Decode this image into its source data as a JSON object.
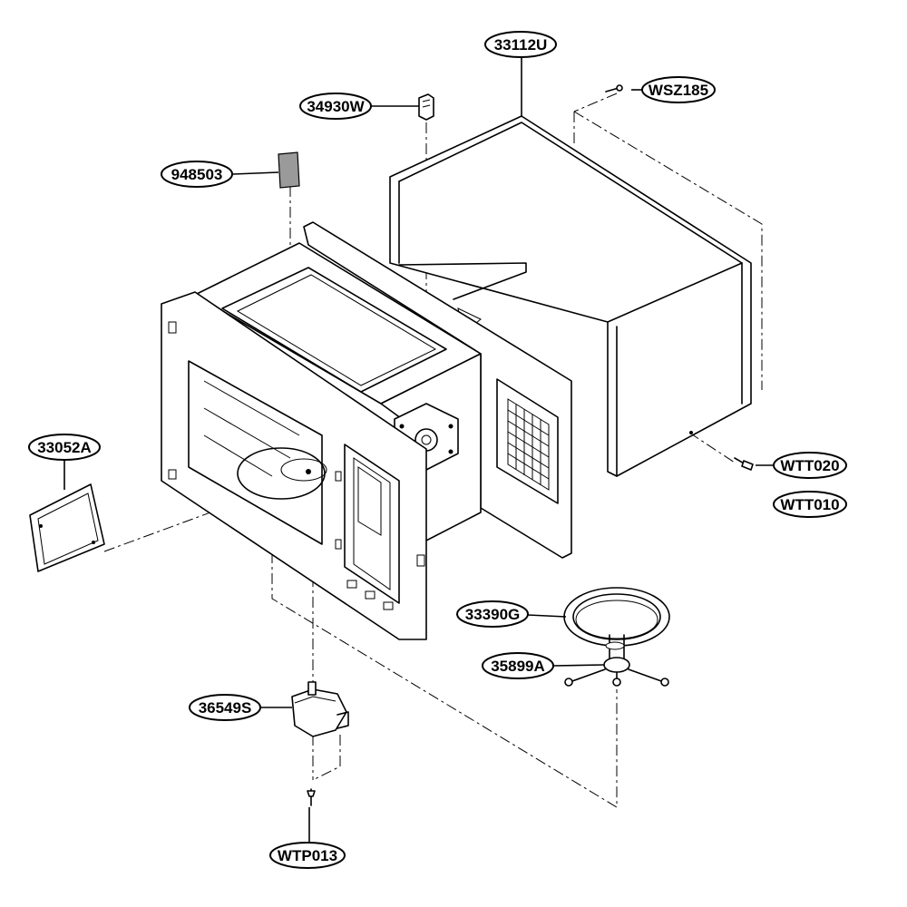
{
  "diagram": {
    "labels": {
      "cabinet": "33112U",
      "screw_top": "WSZ185",
      "switch": "34930W",
      "cover_plate": "948503",
      "door_screen": "33052A",
      "screw_side_1": "WTT020",
      "screw_side_2": "WTT010",
      "tray": "33390G",
      "roller": "35899A",
      "motor": "36549S",
      "screw_bottom": "WTP013"
    }
  }
}
